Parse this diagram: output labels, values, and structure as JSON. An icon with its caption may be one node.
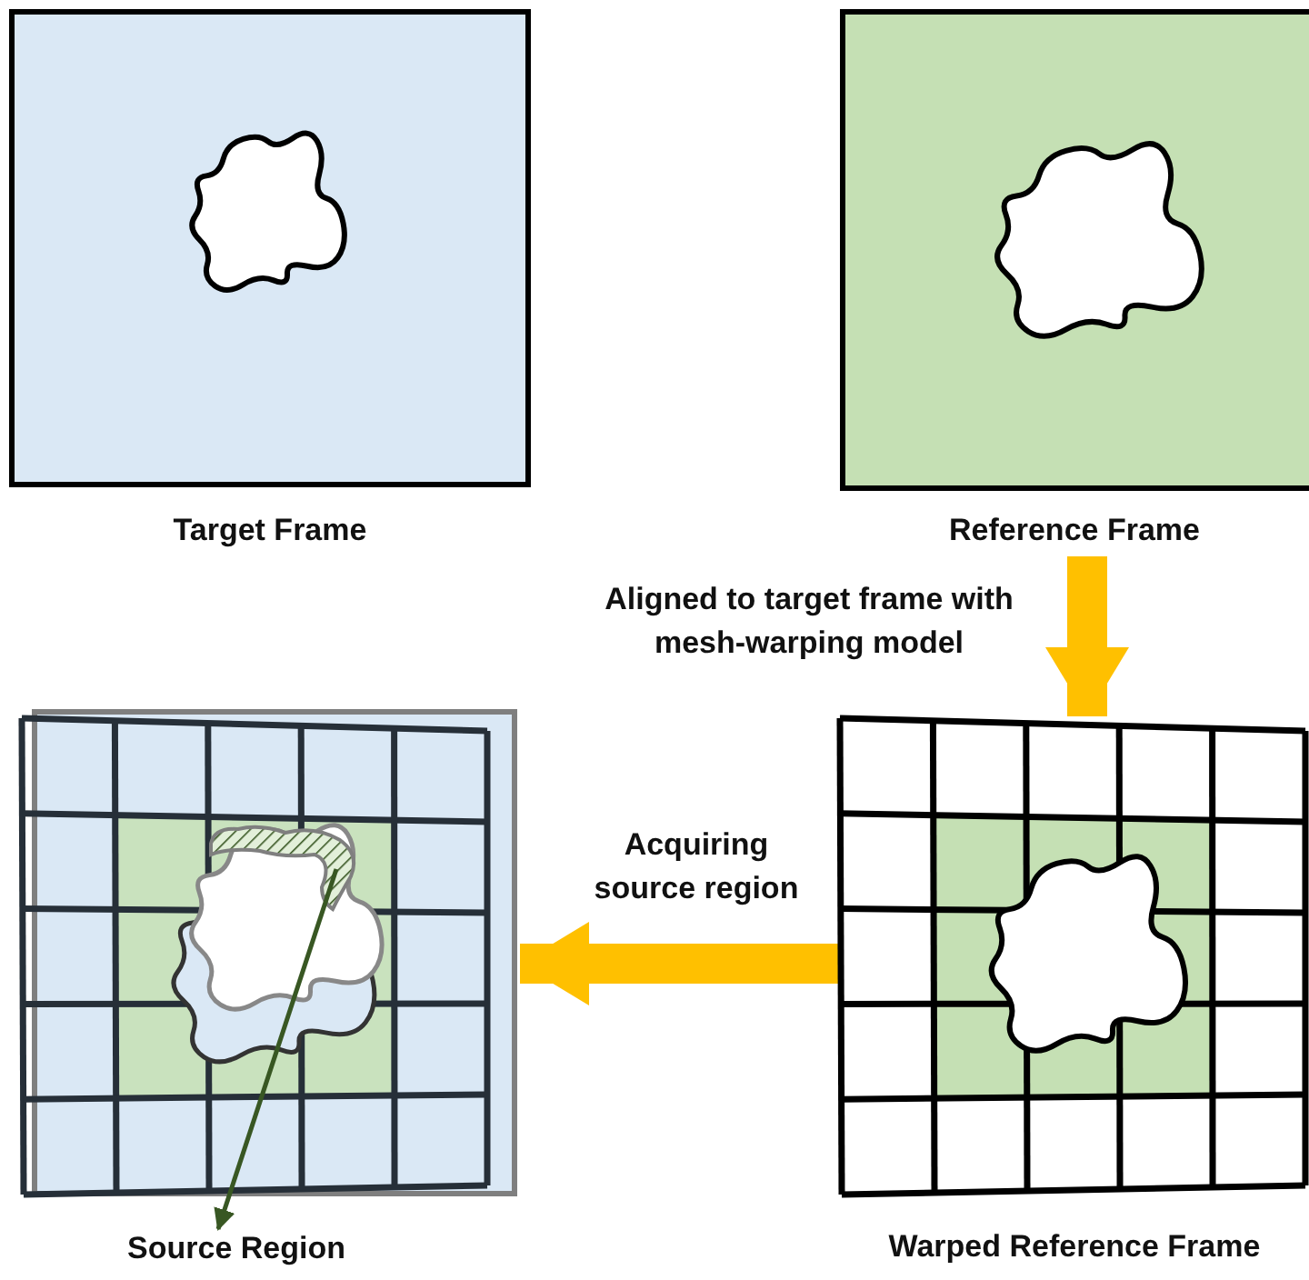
{
  "diagram": {
    "nodes": [
      {
        "text": [
          "Target Frame"
        ]
      },
      {
        "text": [
          "Reference Frame"
        ]
      },
      {
        "text": [
          "Warped Reference Frame"
        ]
      },
      {
        "text": [],
        "shape": "box"
      },
      {
        "text": [],
        "shape": "blob",
        "in": 3
      },
      {
        "text": [
          "Source Region"
        ]
      }
    ],
    "edges": [
      {
        "from": 1,
        "to": 2,
        "arrow": "to",
        "label": "Aligned to target frame with mesh-warping model",
        "color": "#ffc000"
      },
      {
        "from": 2,
        "to": 3,
        "arrow": "to",
        "label": "Acquiring source region",
        "color": "#ffc000"
      },
      {
        "from": 4,
        "to": 5,
        "arrow": "to",
        "color": "#385723"
      }
    ]
  }
}
